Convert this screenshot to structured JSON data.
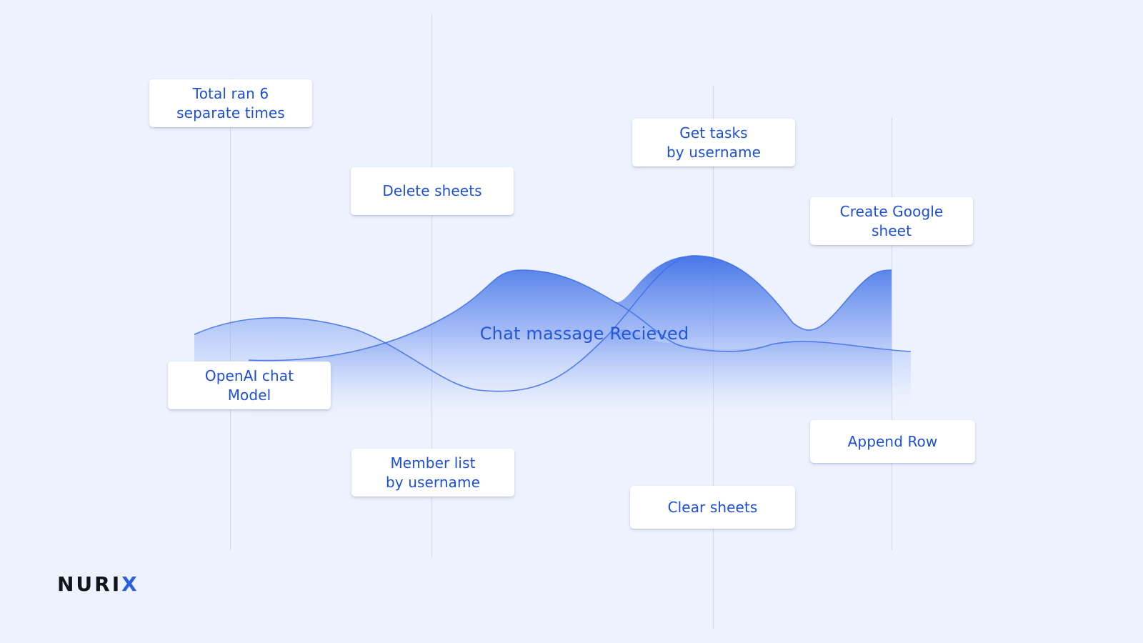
{
  "logo": {
    "text": "NURI",
    "accent_letter": "X",
    "text_color": "#111418",
    "accent_color": "#2a5fe0"
  },
  "center_label": "Chat massage Recieved",
  "nodes": [
    {
      "id": "total-ran",
      "label": "Total ran 6\nseparate times"
    },
    {
      "id": "delete-sheets",
      "label": "Delete sheets"
    },
    {
      "id": "get-tasks",
      "label": "Get tasks\nby username"
    },
    {
      "id": "create-google-sheet",
      "label": "Create Google\nsheet"
    },
    {
      "id": "openai-chat-model",
      "label": "OpenAI chat\nModel"
    },
    {
      "id": "member-list",
      "label": "Member list\nby username"
    },
    {
      "id": "clear-sheets",
      "label": "Clear sheets"
    },
    {
      "id": "append-row",
      "label": "Append Row"
    }
  ],
  "colors": {
    "background": "#edf2fe",
    "wave": "#3d6fe6",
    "card_text": "#1d4fd1",
    "guide_line": "#cfd7e8"
  }
}
